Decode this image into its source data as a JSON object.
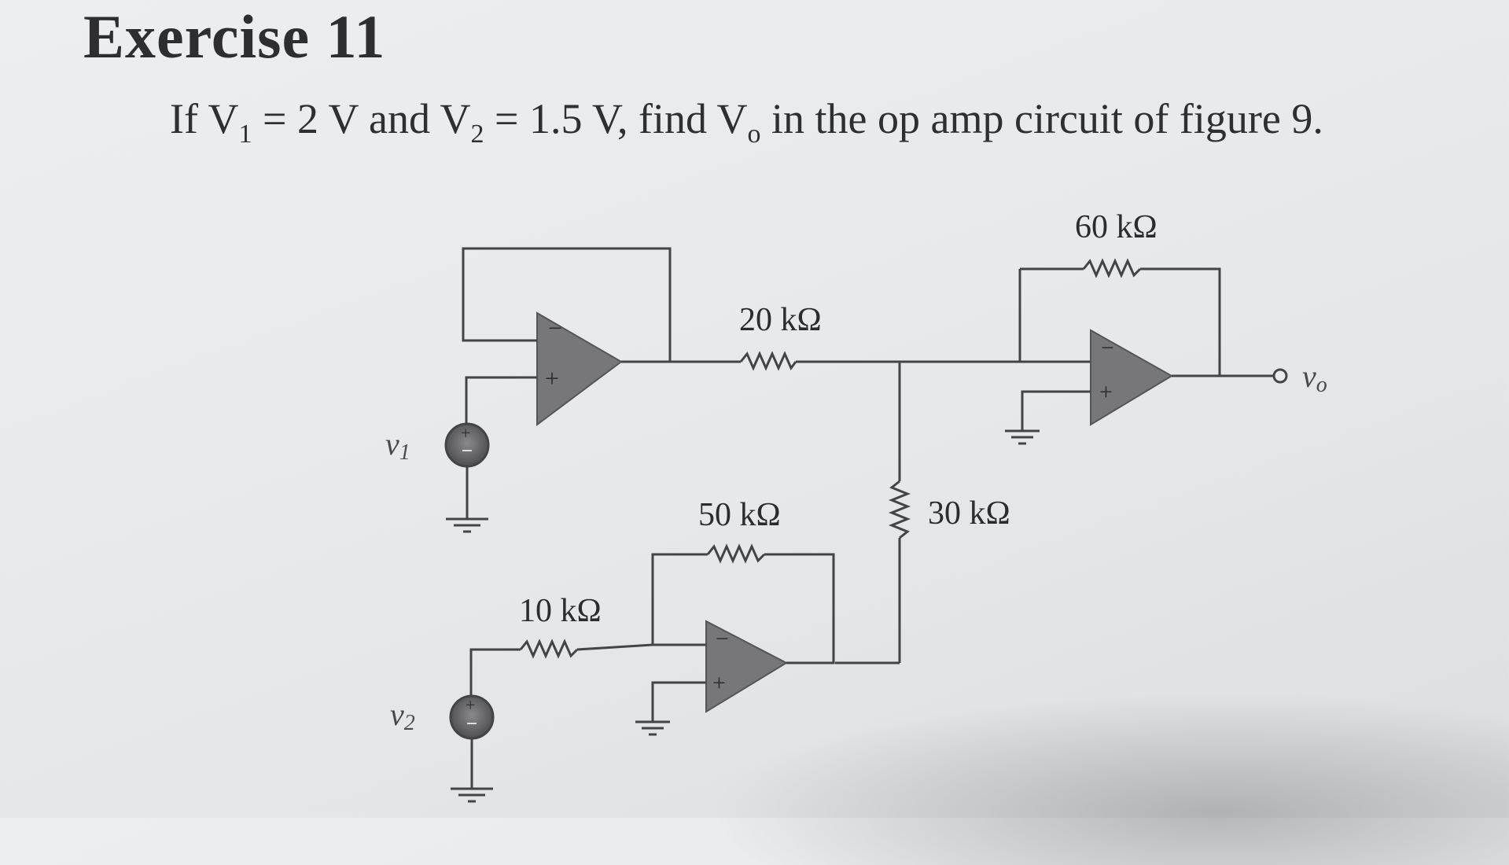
{
  "exercise": {
    "title": "Exercise 11"
  },
  "problem": {
    "p1": "If V",
    "s1": "1",
    "p2": " = 2 V and V",
    "s2": "2",
    "p3": " = 1.5 V, find V",
    "s3": "o",
    "p4": " in the op amp circuit of figure 9."
  },
  "circuit": {
    "r_feedback_out": "60 kΩ",
    "r_top": "20 kΩ",
    "r_mid": "50 kΩ",
    "r_shunt": "30 kΩ",
    "r_in2": "10 kΩ",
    "source1": "v",
    "source1_sub": "1",
    "source2": "v",
    "source2_sub": "2",
    "output": "v",
    "output_sub": "o",
    "plus": "+",
    "minus": "−"
  }
}
